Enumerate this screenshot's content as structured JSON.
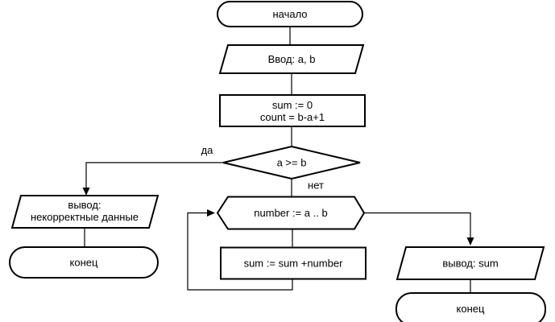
{
  "diagram": {
    "kind": "flowchart",
    "language": "ru",
    "background_color": "#ffffff",
    "line_color": "#000000",
    "nodes": {
      "start": {
        "shape": "terminator",
        "label": "начало"
      },
      "input_ab": {
        "shape": "io-parallelogram",
        "label": "Ввод: a, b"
      },
      "init": {
        "shape": "process",
        "line1": "sum := 0",
        "line2": "count = b-a+1"
      },
      "decision": {
        "shape": "decision-diamond",
        "label": "a >= b"
      },
      "invalid_output": {
        "shape": "io-parallelogram",
        "line1": "вывод:",
        "line2": "некорректные данные"
      },
      "end_left": {
        "shape": "terminator",
        "label": "конец"
      },
      "loop": {
        "shape": "loop-hexagon",
        "label": "number := a .. b"
      },
      "accumulate": {
        "shape": "process",
        "label": "sum := sum +number"
      },
      "output_sum": {
        "shape": "io-parallelogram",
        "label": "вывод: sum"
      },
      "end_right": {
        "shape": "terminator",
        "label": "конец"
      }
    },
    "edge_labels": {
      "yes": "да",
      "no": "нет"
    }
  }
}
